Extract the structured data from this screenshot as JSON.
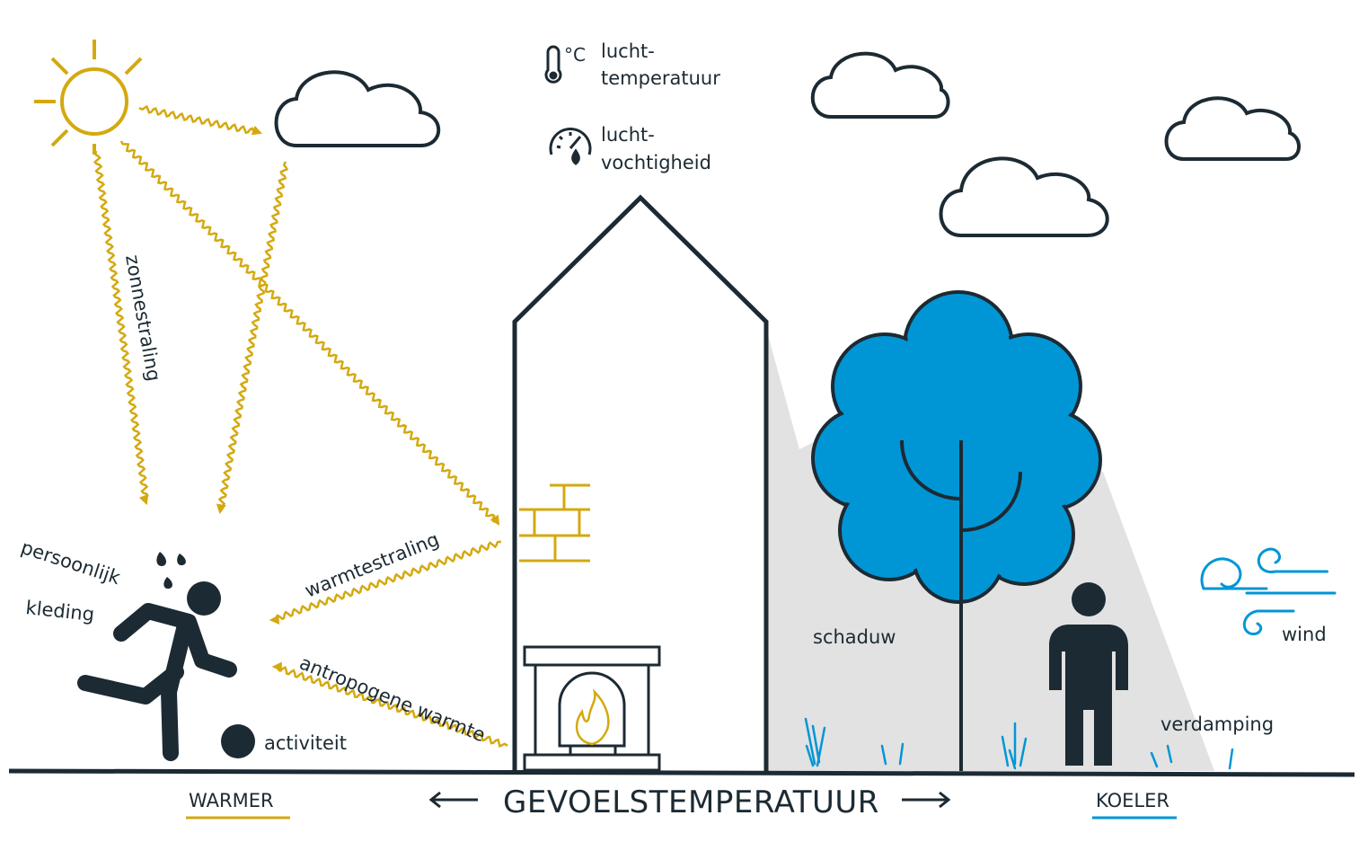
{
  "labels": {
    "air_temp_line1": "lucht-",
    "air_temp_line2": "temperatuur",
    "humidity_line1": "lucht-",
    "humidity_line2": "vochtigheid",
    "celsius": "°C",
    "solar": "zonnestraling",
    "heat_radiation": "warmtestraling",
    "anthropogenic": "antropogene warmte",
    "personal": "persoonlijk",
    "clothing": "kleding",
    "activity": "activiteit",
    "shade": "schaduw",
    "evaporation": "verdamping",
    "wind": "wind"
  },
  "axis": {
    "title": "GEVOELSTEMPERATUUR",
    "left": "WARMER",
    "right": "KOELER"
  },
  "colors": {
    "dark": "#1c2a33",
    "sun": "#d4a910",
    "blue": "#0096d6",
    "shadow": "#e2e2e2"
  }
}
